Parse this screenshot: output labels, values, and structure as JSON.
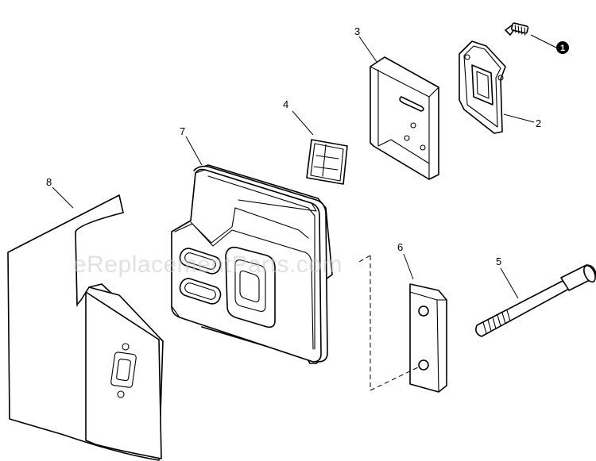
{
  "watermark": "eReplacementParts.com",
  "callouts": {
    "c1": "1",
    "c2": "2",
    "c3": "3",
    "c4": "4",
    "c5": "5",
    "c6": "6",
    "c7": "7",
    "c8": "8"
  },
  "parts": [
    {
      "ref": "1",
      "icon": "screw-icon"
    },
    {
      "ref": "2",
      "icon": "muffler-plate-icon"
    },
    {
      "ref": "3",
      "icon": "muffler-cover-icon"
    },
    {
      "ref": "4",
      "icon": "spark-screen-icon"
    },
    {
      "ref": "5",
      "icon": "bolt-icon"
    },
    {
      "ref": "6",
      "icon": "spacer-plate-icon"
    },
    {
      "ref": "7",
      "icon": "muffler-body-icon"
    },
    {
      "ref": "8",
      "icon": "heat-shield-icon"
    }
  ],
  "colors": {
    "line": "#000000",
    "background": "#ffffff",
    "watermark": "#c8c8c8"
  }
}
